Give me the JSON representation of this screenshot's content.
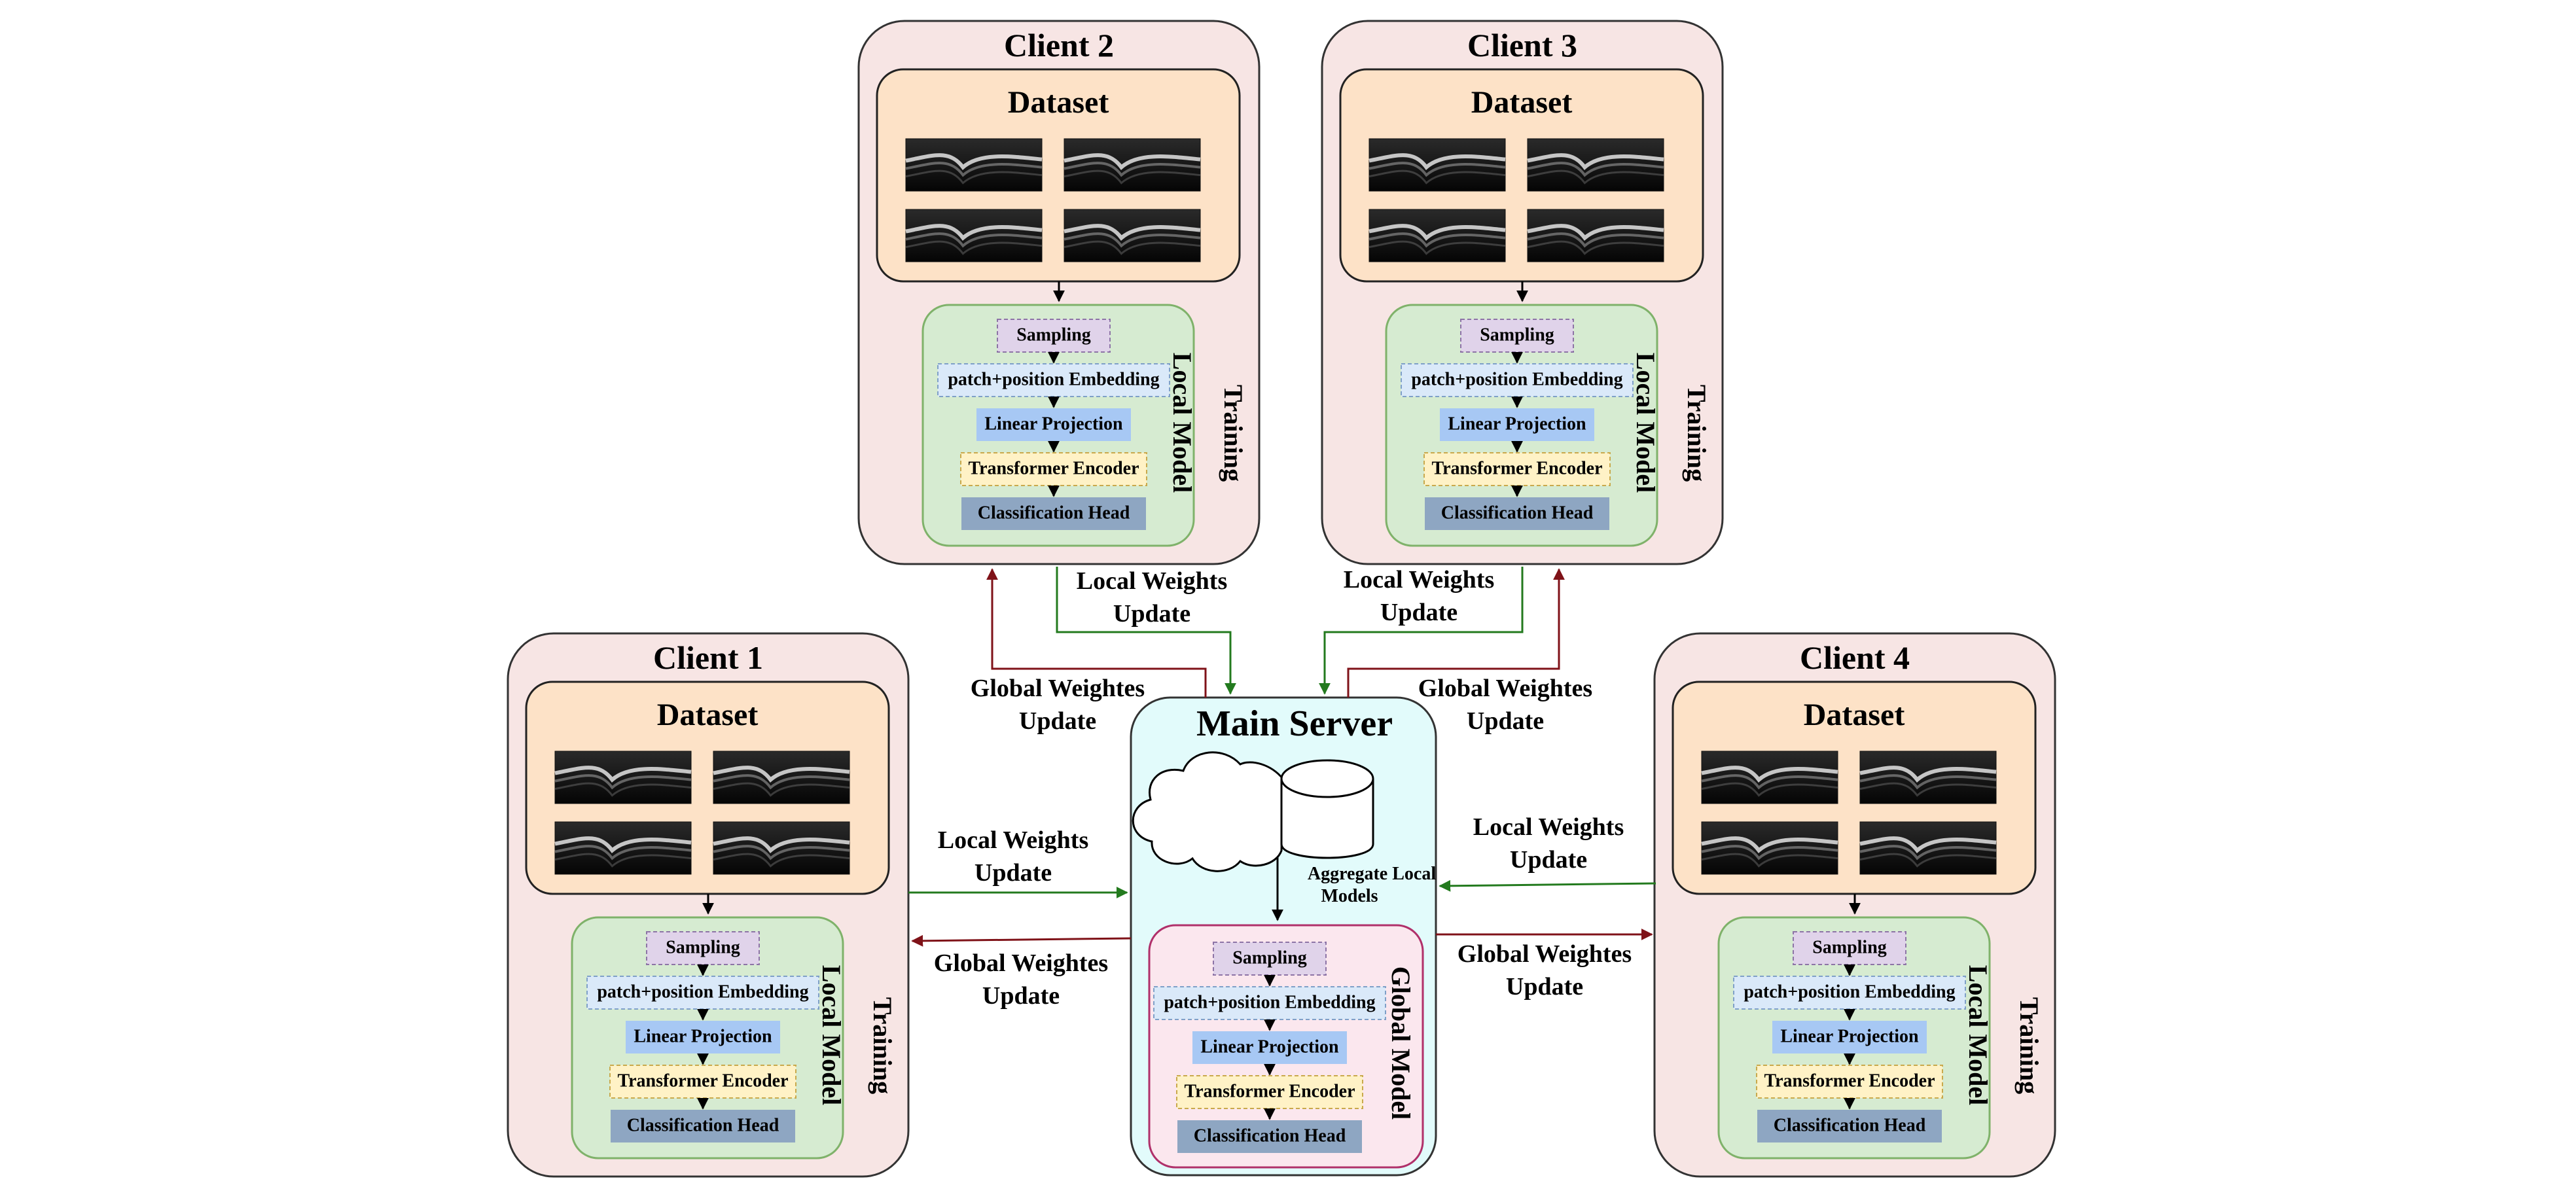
{
  "colors": {
    "client_bg": "#f7e5e4",
    "dataset_bg": "#fde2c7",
    "model_bg": "#d6ebd1",
    "model_border": "#7fb26a",
    "server_bg": "#e2fbfb",
    "global_model_bg": "#fbe7ee",
    "global_model_border": "#b0306a",
    "sampling": "#e0d3ea",
    "patch": "#dae9f9",
    "linear": "#a7c8f4",
    "transformer": "#fff2c6",
    "head": "#8ea6c2",
    "local_arrow": "#237a1e",
    "global_arrow": "#7f1218"
  },
  "steps": [
    "Sampling",
    "patch+position Embedding",
    "Linear Projection",
    "Transformer Encoder",
    "Classification Head"
  ],
  "dataset_label": "Dataset",
  "local_model_label": "Local Model",
  "training_label": "Training",
  "clients": [
    {
      "name": "Client 2"
    },
    {
      "name": "Client 3"
    },
    {
      "name": "Client 1"
    },
    {
      "name": "Client 4"
    }
  ],
  "server": {
    "title": "Main Server",
    "aggregate_line1": "Aggregate Local",
    "aggregate_line2": "Models",
    "global_model_label": "Global Model",
    "icons": [
      "cloud-icon",
      "database-icon"
    ]
  },
  "edges": {
    "local_line1": "Local Weights",
    "global_line1": "Global Weightes",
    "line2": "Update"
  }
}
